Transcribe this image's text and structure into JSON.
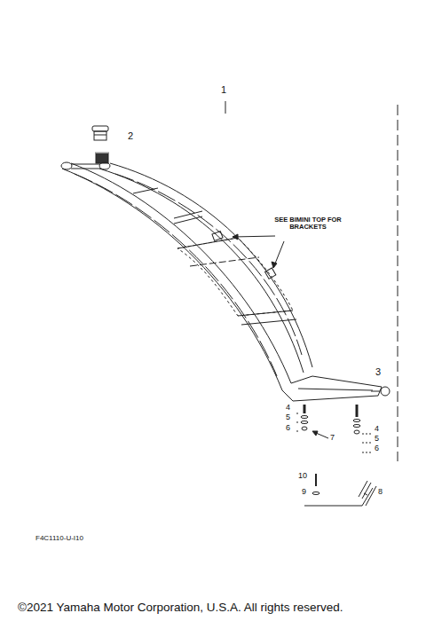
{
  "diagram": {
    "labels": [
      "1",
      "2",
      "SEE BIMINI TOP FOR BRACKETS",
      "3",
      "4",
      "5",
      "6",
      "4",
      "5",
      "6",
      "7",
      "10",
      "9",
      "8",
      "F4C1110-U-I10",
      "©2021 Yamaha Motor Corporation, U.S.A. All rights reserved."
    ]
  }
}
